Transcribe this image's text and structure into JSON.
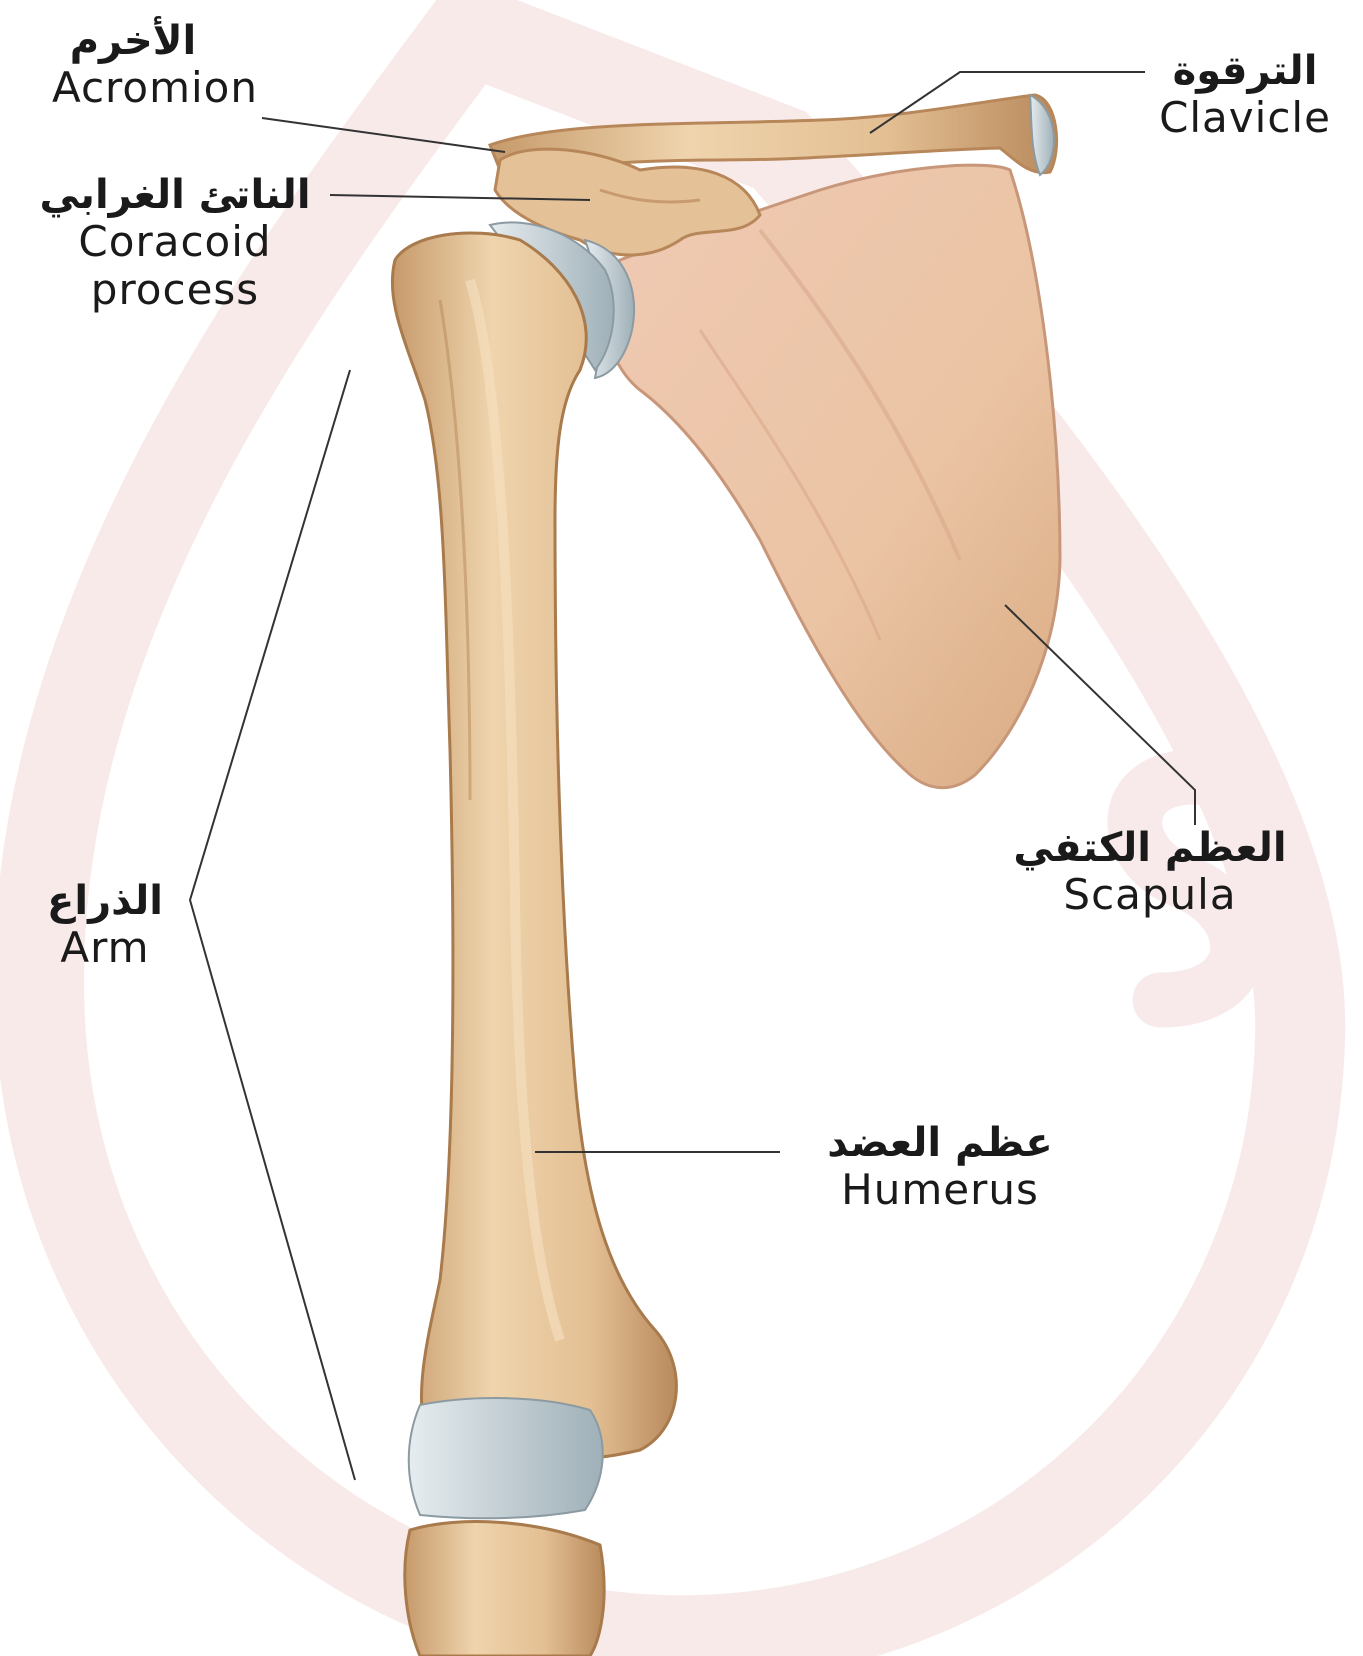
{
  "labels": {
    "acromion": {
      "ar": "الأخرم",
      "en": "Acromion"
    },
    "coracoid": {
      "ar": "الناتئ الغرابي",
      "en_line1": "Coracoid",
      "en_line2": "process"
    },
    "clavicle": {
      "ar": "الترقوة",
      "en": "Clavicle"
    },
    "scapula": {
      "ar": "العظم الكتفي",
      "en": "Scapula"
    },
    "arm": {
      "ar": "الذراع",
      "en": "Arm"
    },
    "humerus": {
      "ar": "عظم العضد",
      "en": "Humerus"
    }
  },
  "colors": {
    "bone": "#e8c9a0",
    "bone_shadow": "#c9a073",
    "bone_light": "#f3dcbc",
    "scapula_fill": "#eec6b0",
    "cartilage": "#c9d3d8",
    "leader_line": "#333333",
    "watermark": "#f6e1e1"
  }
}
